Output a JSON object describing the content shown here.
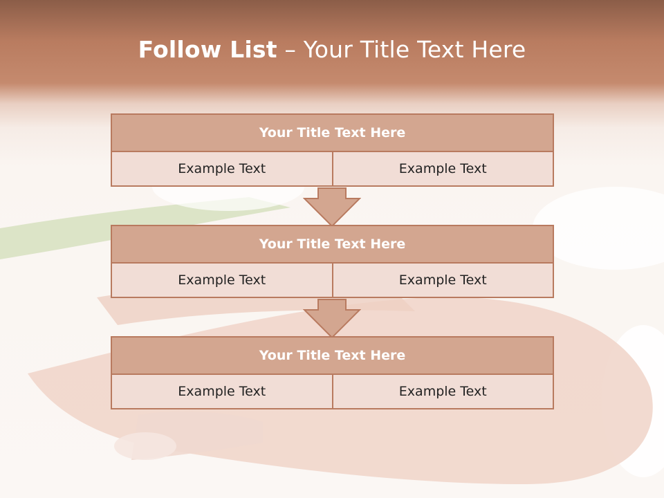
{
  "slide": {
    "title_bold": "Follow List",
    "title_rest": " – Your Title Text Here"
  },
  "blocks": [
    {
      "title": "Your Title Text Here",
      "left": "Example Text",
      "right": "Example Text"
    },
    {
      "title": "Your Title Text Here",
      "left": "Example Text",
      "right": "Example Text"
    },
    {
      "title": "Your Title Text Here",
      "left": "Example Text",
      "right": "Example Text"
    }
  ],
  "colors": {
    "header_fill": "#d3a690",
    "cell_fill": "#f1ddd6",
    "border": "#b87a5f",
    "top_band": "#b97c60"
  }
}
